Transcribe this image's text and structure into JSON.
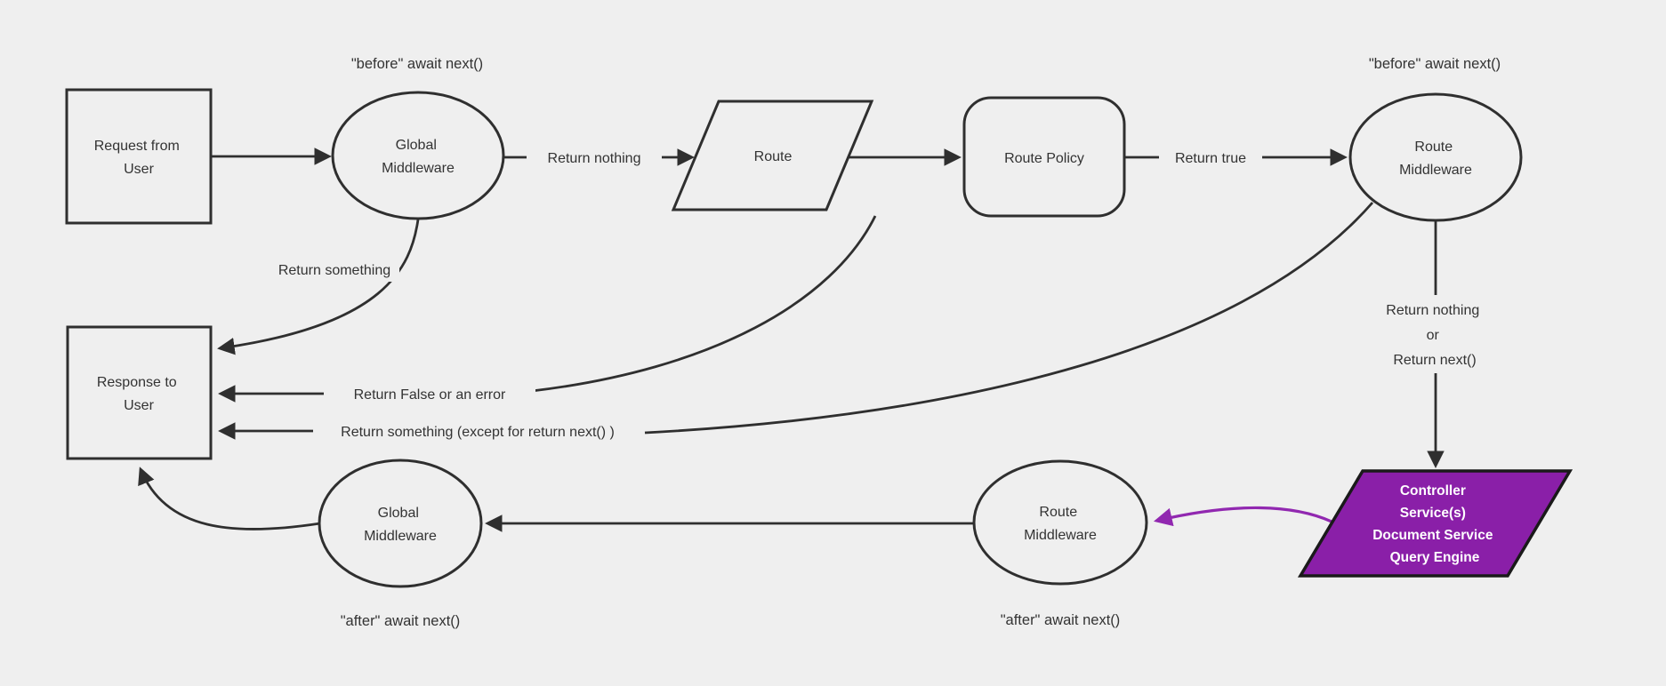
{
  "colors": {
    "background": "#efefef",
    "node_fill": "#efefef",
    "stroke": "#2f2f2f",
    "text": "#333333",
    "purple_fill": "#8a1fa8",
    "purple_border": "#1a1a1a",
    "purple_arrow": "#9128b0",
    "purple_text": "#ffffff"
  },
  "nodes": {
    "request_from_user": {
      "shape": "rectangle",
      "lines": [
        "Request from",
        "User"
      ]
    },
    "global_middleware_before": {
      "shape": "ellipse",
      "lines": [
        "Global",
        "Middleware"
      ]
    },
    "route": {
      "shape": "parallelogram",
      "lines": [
        "Route"
      ]
    },
    "route_policy": {
      "shape": "rounded-rectangle",
      "lines": [
        "Route Policy"
      ]
    },
    "route_middleware_before": {
      "shape": "ellipse",
      "lines": [
        "Route",
        "Middleware"
      ]
    },
    "response_to_user": {
      "shape": "rectangle",
      "lines": [
        "Response to",
        "User"
      ]
    },
    "controller_services": {
      "shape": "parallelogram",
      "lines": [
        "Controller",
        "Service(s)",
        "Document Service",
        "Query Engine"
      ]
    },
    "route_middleware_after": {
      "shape": "ellipse",
      "lines": [
        "Route",
        "Middleware"
      ]
    },
    "global_middleware_after": {
      "shape": "ellipse",
      "lines": [
        "Global",
        "Middleware"
      ]
    }
  },
  "annotations": {
    "before_await_global": "\"before\" await next()",
    "before_await_route": "\"before\" await next()",
    "after_await_global": "\"after\" await next()",
    "after_await_route": "\"after\" await next()"
  },
  "edge_labels": {
    "return_nothing": "Return nothing",
    "return_true": "Return true",
    "return_something": "Return something",
    "return_false_or_error": "Return False or an error",
    "return_something_except": "Return something (except for return next() )",
    "return_nothing_or_next": {
      "lines": [
        "Return nothing",
        "or",
        "Return next()"
      ]
    }
  }
}
